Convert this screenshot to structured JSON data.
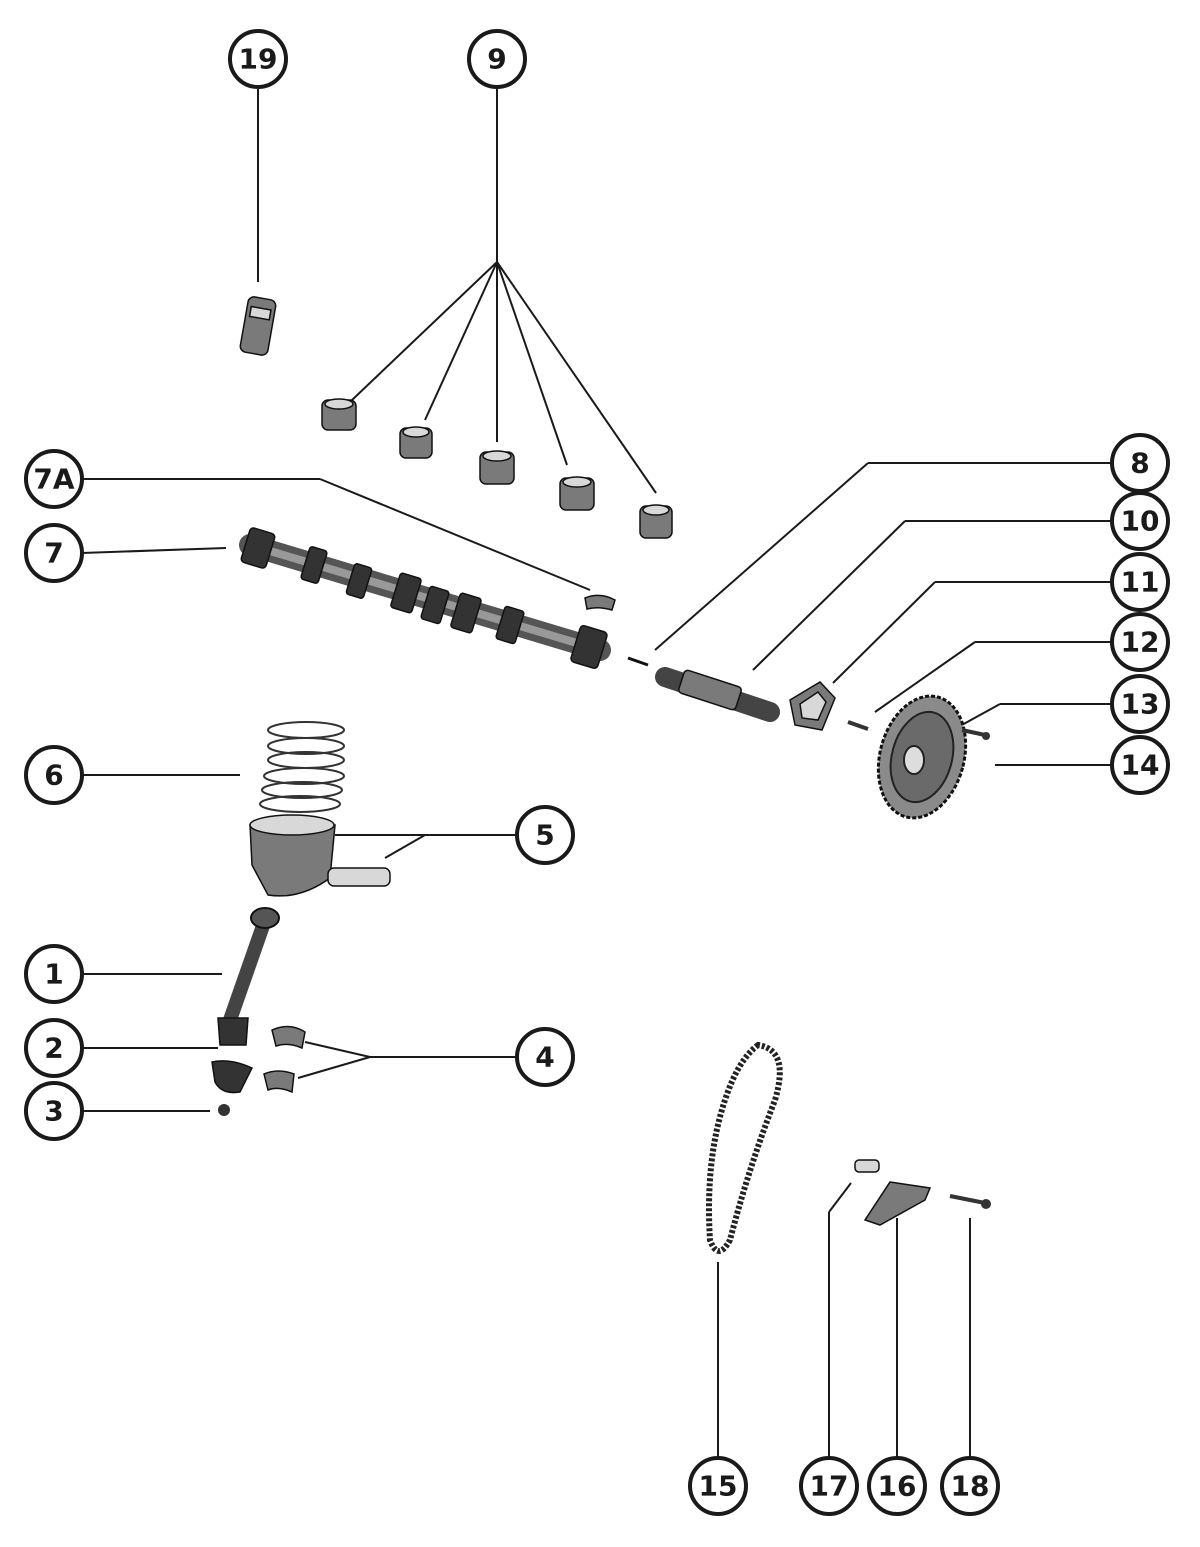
{
  "callouts": {
    "c19": "19",
    "c9": "9",
    "c7a": "7A",
    "c7": "7",
    "c8": "8",
    "c10": "10",
    "c11": "11",
    "c12": "12",
    "c13": "13",
    "c14": "14",
    "c6": "6",
    "c5": "5",
    "c1": "1",
    "c2": "2",
    "c3": "3",
    "c4": "4",
    "c15": "15",
    "c17": "17",
    "c16": "16",
    "c18": "18"
  }
}
